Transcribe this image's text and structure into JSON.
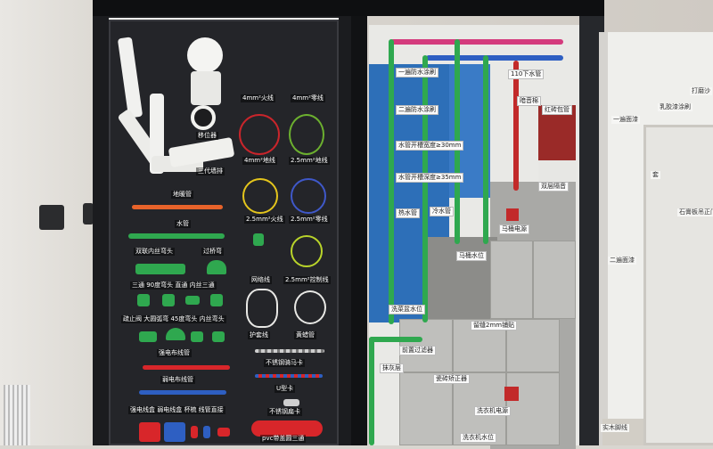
{
  "colors": {
    "board_dark": "#242529",
    "pipe_white": "#f1f1ef",
    "pipe_orange": "#e8632a",
    "pipe_green": "#2fa84f",
    "pipe_blue": "#2e5fc2",
    "pipe_red": "#d8262a",
    "pipe_magenta": "#d43b7d",
    "wall_blue": "#2d6fb8"
  },
  "left_board": {
    "labels": [
      "移位器",
      "三代墙排",
      "地暖管",
      "水管",
      "双联内丝弯头",
      "过桥弯",
      "三通 90度弯头 直通 内丝三通",
      "疏止阀 大圆弧弯 45度弯头 内丝弯头",
      "强电布线管",
      "弱电布线管",
      "强电线盒 弱电线盒 杯梳 线管直接",
      "pvc带盖圆三通",
      "4mm²火线",
      "4mm²零线",
      "4mm²地线",
      "2.5mm²地线",
      "2.5mm²火线",
      "2.5mm²零线",
      "网络线",
      "2.5mm²控制线",
      "护套线",
      "黄蜡管",
      "不锈钢骑马卡",
      "U型卡",
      "不锈钢扁卡"
    ]
  },
  "center_board": {
    "labels": [
      "一遍防水涂刷",
      "110下水管",
      "二遍防水涂刷",
      "暗音棉",
      "红砖包管",
      "水管开槽宽度≥30mm",
      "水管开槽深度≥35mm",
      "双层隔音",
      "热水管",
      "冷水管",
      "马桶电源",
      "马桶水位",
      "洗菜盆水位",
      "留缝2mm铺贴",
      "前置过滤器",
      "抹灰层",
      "瓷砖矫正器",
      "洗衣机电源",
      "洗衣机水位"
    ]
  },
  "right_wall": {
    "labels": [
      "打磨沙",
      "乳胶漆涂刷",
      "一遍面漆",
      "二遍面漆",
      "石膏板吊正门",
      "实木脚线"
    ],
    "fragments": [
      "套"
    ]
  }
}
